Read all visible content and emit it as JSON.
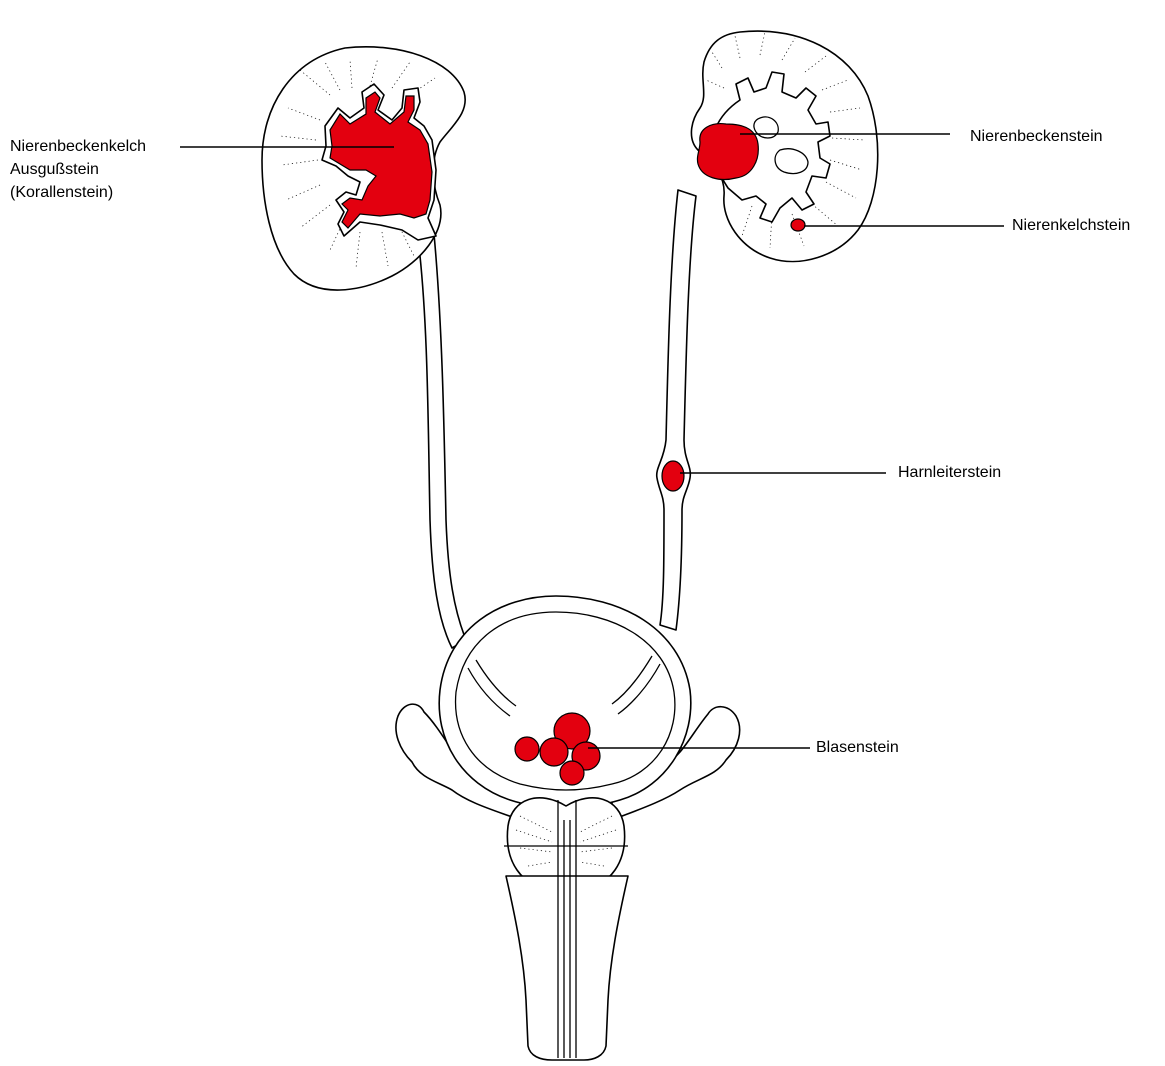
{
  "labels": {
    "staghorn": [
      "Nierenbeckenkelch",
      "Ausgußstein",
      "(Korallenstein)"
    ],
    "pelvis_stone": "Nierenbeckenstein",
    "calyx_stone": "Nierenkelchstein",
    "ureter_stone": "Harnleiterstein",
    "bladder_stone": "Blasenstein"
  },
  "colors": {
    "stone": "#e3000f",
    "outline": "#000000",
    "background": "#ffffff"
  }
}
